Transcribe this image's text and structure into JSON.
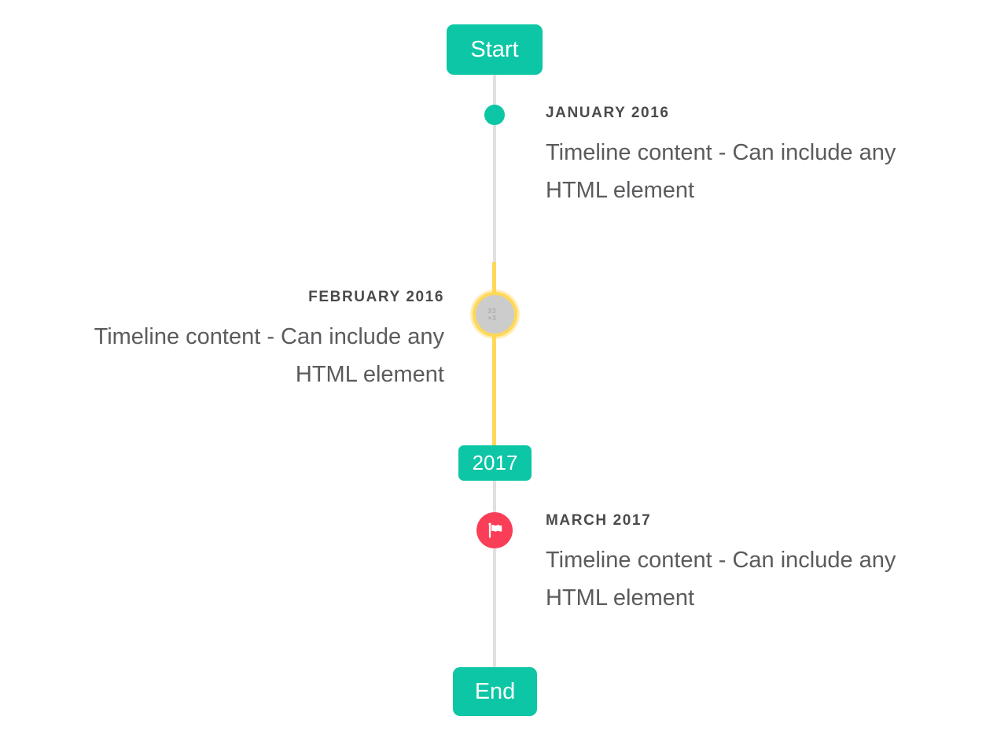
{
  "timeline": {
    "start_button": "Start",
    "end_button": "End",
    "year_badge": "2017",
    "items": [
      {
        "date": "JANUARY 2016",
        "content": "Timeline content - Can include any HTML element",
        "side": "right",
        "marker": "teal-dot"
      },
      {
        "date": "FEBRUARY 2016",
        "content": "Timeline content - Can include any HTML element",
        "side": "left",
        "marker": "broken-image-placeholder",
        "marker_placeholder": "33 ×3"
      },
      {
        "date": "MARCH 2017",
        "content": "Timeline content - Can include any HTML element",
        "side": "right",
        "marker": "flag"
      }
    ],
    "colors": {
      "accent_teal": "#0dc6a5",
      "highlight_yellow": "#ffd857",
      "flag_red": "#fa3e57",
      "line_gray": "#e0e0e0",
      "marker_gray": "#cccccc",
      "label_text": "#4a4a4a",
      "content_text": "#5a5b5d"
    }
  }
}
